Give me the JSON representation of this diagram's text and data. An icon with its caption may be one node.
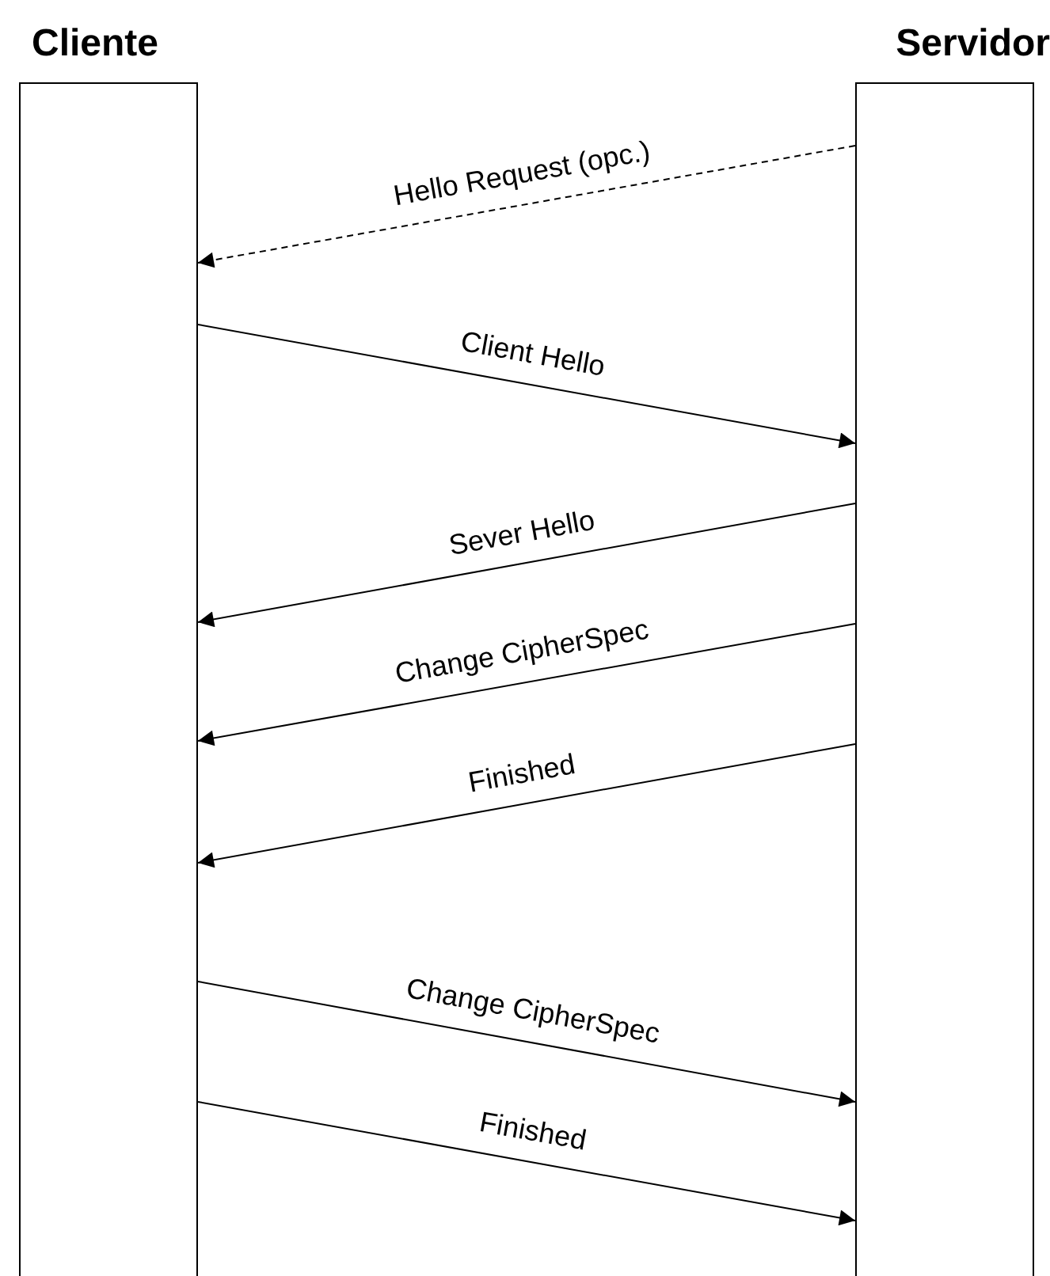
{
  "diagram": {
    "nodes": [
      {
        "text": [
          "Cliente"
        ]
      },
      {
        "text": [
          "Servidor"
        ]
      }
    ],
    "edges": [
      {
        "from": 1,
        "to": 0,
        "arrow": "to",
        "label": "Hello Request (opc.)",
        "style": "dashed"
      },
      {
        "from": 0,
        "to": 1,
        "arrow": "to",
        "label": "Client Hello"
      },
      {
        "from": 1,
        "to": 0,
        "arrow": "to",
        "label": "Sever Hello"
      },
      {
        "from": 1,
        "to": 0,
        "arrow": "to",
        "label": "Change CipherSpec"
      },
      {
        "from": 1,
        "to": 0,
        "arrow": "to",
        "label": "Finished"
      },
      {
        "from": 0,
        "to": 1,
        "arrow": "to",
        "label": "Change CipherSpec"
      },
      {
        "from": 0,
        "to": 1,
        "arrow": "to",
        "label": "Finished"
      }
    ]
  }
}
